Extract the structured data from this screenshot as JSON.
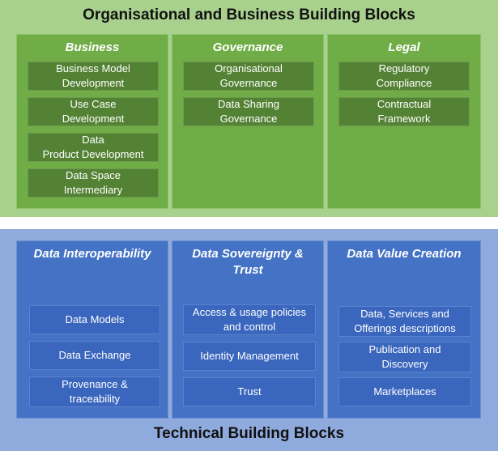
{
  "business_blocks": {
    "title": "Organisational and Business Building Blocks",
    "columns": [
      {
        "heading": "Business",
        "items": [
          "Business Model\nDevelopment",
          "Use Case\nDevelopment",
          "Data\nProduct Development",
          "Data Space\nIntermediary"
        ]
      },
      {
        "heading": "Governance",
        "items": [
          "Organisational\nGovernance",
          "Data Sharing\nGovernance"
        ]
      },
      {
        "heading": "Legal",
        "items": [
          "Regulatory\nCompliance",
          "Contractual\nFramework"
        ]
      }
    ]
  },
  "technical_blocks": {
    "title": "Technical Building Blocks",
    "columns": [
      {
        "heading": "Data Interoperability",
        "items": [
          "Data Models",
          "Data Exchange",
          "Provenance &\ntraceability"
        ]
      },
      {
        "heading": "Data Sovereignty &\nTrust",
        "items": [
          "Access & usage policies\nand control",
          "Identity Management",
          "Trust"
        ]
      },
      {
        "heading": "Data Value Creation",
        "items": [
          "Data, Services and\nOfferings descriptions",
          "Publication and\nDiscovery",
          "Marketplaces"
        ]
      }
    ]
  },
  "colors": {
    "top_background": "#a9d18e",
    "top_column": "#70ad47",
    "top_box": "#548235",
    "bottom_background": "#8faadc",
    "bottom_column": "#4472c4",
    "bottom_box": "#3a66bd"
  }
}
